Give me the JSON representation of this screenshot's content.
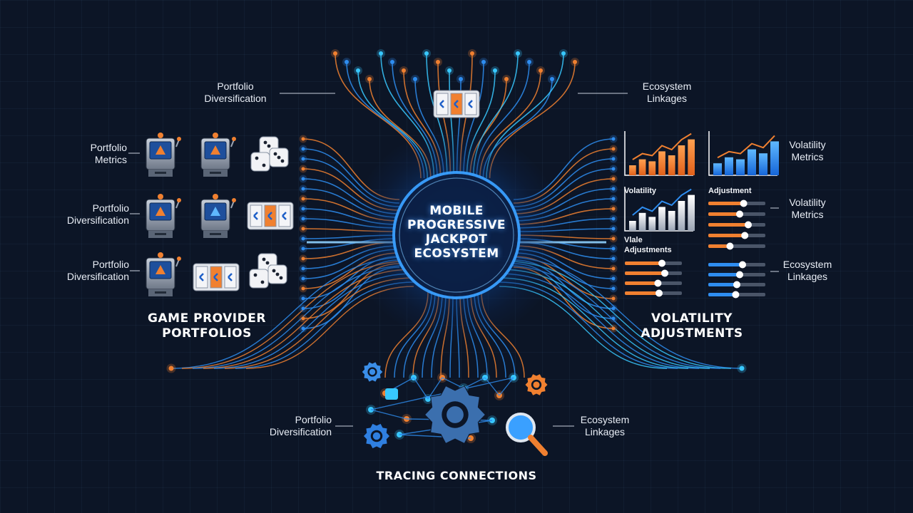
{
  "hub": {
    "lines": [
      "MOBILE",
      "PROGRESSIVE",
      "JACKPOT",
      "ECOSYSTEM"
    ]
  },
  "sections": {
    "left_title": [
      "GAME PROVIDER",
      "PORTFOLIOS"
    ],
    "right_title": [
      "VOLATILITY",
      "ADJUSTMENTS"
    ],
    "bottom_title": "TRACING CONNECTIONS"
  },
  "labels": {
    "top_left": [
      "Portfolio",
      "Diversification"
    ],
    "top_right": [
      "Ecosystem",
      "Linkages"
    ],
    "left_row1": [
      "Portfolio",
      "Metrics"
    ],
    "left_row2": [
      "Portfolio",
      "Diversification"
    ],
    "left_row3": [
      "Portfolio",
      "Diversification"
    ],
    "right_row1": [
      "Volatility",
      "Metrics"
    ],
    "right_row2": [
      "Volatility",
      "Metrics"
    ],
    "right_row3": [
      "Ecosystem",
      "Linkages"
    ],
    "bottom_left": [
      "Portfolio",
      "Diversification"
    ],
    "bottom_right": [
      "Ecosystem",
      "Linkages"
    ]
  },
  "panel_labels": {
    "volatility": "Volatility",
    "adjustment": "Adjustment",
    "adjustments": [
      "Vlale",
      "Adjustments"
    ]
  },
  "sliders": {
    "adjustment": [
      0.62,
      0.55,
      0.7,
      0.64,
      0.38
    ],
    "left_group": [
      0.65,
      0.7,
      0.58,
      0.6
    ],
    "right_group": [
      0.6,
      0.55,
      0.5,
      0.48
    ]
  },
  "colors": {
    "background": "#0c1526",
    "blue": "#2e8df0",
    "cyan": "#38c8ff",
    "orange": "#f08030",
    "text": "#e8edf5"
  }
}
